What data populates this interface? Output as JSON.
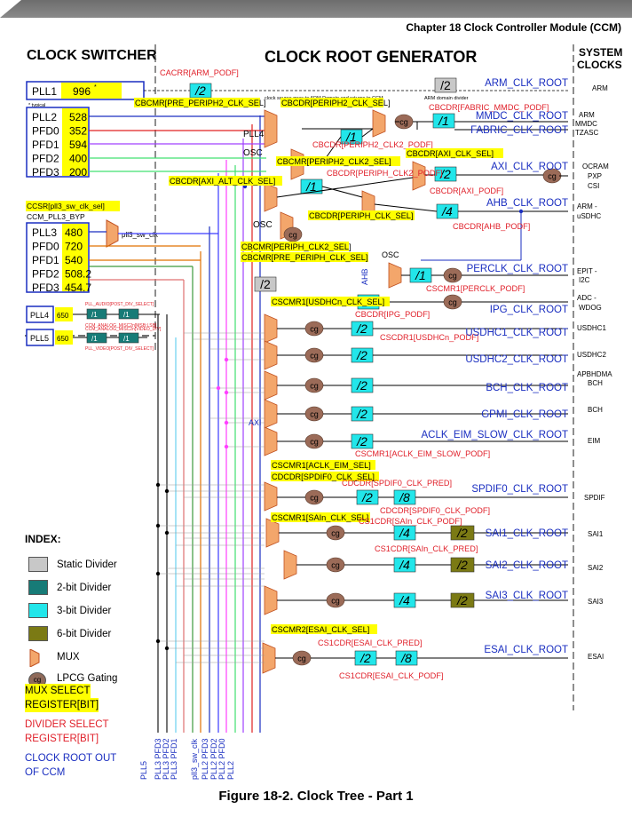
{
  "page": {
    "chapter_title": "Chapter 18 Clock Controller Module (CCM)",
    "caption": "Figure 18-2. Clock Tree - Part 1"
  },
  "headers": {
    "clock_switcher": "CLOCK SWITCHER",
    "root_generator": "CLOCK ROOT GENERATOR",
    "system_clocks_1": "SYSTEM",
    "system_clocks_2": "CLOCKS"
  },
  "pll1": {
    "name": "PLL1",
    "value": "996",
    "mark": "*",
    "note": "* typical"
  },
  "pll2_group": [
    {
      "name": "PLL2",
      "value": "528"
    },
    {
      "name": "PFD0",
      "value": "352"
    },
    {
      "name": "PFD1",
      "value": "594"
    },
    {
      "name": "PFD2",
      "value": "400"
    },
    {
      "name": "PFD3",
      "value": "200"
    }
  ],
  "pll3_group": [
    {
      "name": "PLL3",
      "value": "480"
    },
    {
      "name": "PFD0",
      "value": "720"
    },
    {
      "name": "PFD1",
      "value": "540"
    },
    {
      "name": "PFD2",
      "value": "508.2"
    },
    {
      "name": "PFD3",
      "value": "454.7"
    }
  ],
  "pll3_sel": {
    "reg": "CCSR[pll3_sw_clk_sel]",
    "byp": "CCM_PLL3_BYP",
    "out": "pll3_sw_clk"
  },
  "pll4": {
    "name": "PLL4",
    "value": "650",
    "reg_top": "PLL_AUDIO[POST_DIV_SELECT]",
    "reg_bot": "CCM_ANALOG_MISC2n[MSB:LSB]"
  },
  "pll5": {
    "name": "PLL5",
    "value": "650",
    "reg_top": "CCM_ANALOG_MISC2n[VIDEO_DIV]",
    "reg_bot": "PLL_VIDEO[POST_DIV_SELECT]"
  },
  "dividers": {
    "d2": "/2",
    "d1": "/1",
    "d4": "/4",
    "d8": "/8"
  },
  "cg": "cg",
  "labels": {
    "cacrr": "CACRR[ARM_PODF]",
    "arm_note": "clock source goes to ARM Domain and returns to CCM",
    "arm_div_note": "ARM domain divider",
    "cbcmr_pre_periph2": "CBCMR[PRE_PERIPH2_CLK_SEL]",
    "cbcdr_periph2": "CBCDR[PERIPH2_CLK_SEL]",
    "cbcdr_fabric": "CBCDR[FABRIC_MMDC_PODF]",
    "pll4_lbl": "PLL4",
    "osc": "OSC",
    "cbcdr_periph_clk2_podf2": "CBCDR[PERIPH2_CLK2_PODF]",
    "cbcmr_periph_clk2_sel2": "CBCMR[PERIPH2_CLK2_SEL]",
    "cbcdr_axi_sel": "CBCDR[AXI_CLK_SEL]",
    "cbcdr_axi_alt": "CBCDR[AXI_ALT_CLK_SEL]",
    "cbcdr_periph_clk2_podf": "CBCDR[PERIPH_CLK2_PODF]",
    "cbcdr_axi_podf": "CBCDR[AXI_PODF]",
    "cbcdr_periph_sel": "CBCDR[PERIPH_CLK_SEL]",
    "cbcdr_ahb_podf": "CBCDR[AHB_PODF]",
    "cbcmr_periph_clk2_sel": "CBCMR[PERIPH_CLK2_SEL]",
    "cbcmr_pre_periph": "CBCMR[PRE_PERIPH_CLK_SEL]",
    "cscmr1_perclk": "CSCMR1[PERCLK_PODF]",
    "ahb": "AHB",
    "cbcdr_ipg": "CBCDR[IPG_PODF]",
    "cscmr1_usdhc_sel": "CSCMR1[USDHCn_CLK_SEL]",
    "cscdr1_usdhc_podf": "CSCDR1[USDHCn_PODF]",
    "axi": "AXI",
    "cscmr1_aclk_eim_podf": "CSCMR1[ACLK_EIM_SLOW_PODF]",
    "cscmr1_aclk_eim_sel": "CSCMR1[ACLK_EIM_SEL]",
    "cdcdr_spdif_sel": "CDCDR[SPDIF0_CLK_SEL]",
    "cdcdr_spdif_pred": "CDCDR[SPDIF0_CLK_PRED]",
    "cdcdr_spdif_podf": "CDCDR[SPDIF0_CLK_PODF]",
    "cscmr1_sain_sel": "CSCMR1[SAIn_CLK_SEL]",
    "cs1cdr_sain_podf": "CS1CDR[SAIn_CLK_PODF]",
    "cs1cdr_sain_pred": "CS1CDR[SAIn_CLK_PRED]",
    "cscmr2_esai_sel": "CSCMR2[ESAI_CLK_SEL]",
    "cs1cdr_esai_pred": "CS1CDR[ESAI_CLK_PRED]",
    "cs1cdr_esai_podf": "CS1CDR[ESAI_CLK_PODF]"
  },
  "roots": {
    "arm": "ARM_CLK_ROOT",
    "mmdc": "MMDC_CLK_ROOT",
    "fabric": "FABRIC_CLK_ROOT",
    "axi": "AXI_CLK_ROOT",
    "ahb": "AHB_CLK_ROOT",
    "perclk": "PERCLK_CLK_ROOT",
    "ipg": "IPG_CLK_ROOT",
    "usdhc1": "USDHC1_CLK_ROOT",
    "usdhc2": "USDHC2_CLK_ROOT",
    "bch": "BCH_CLK_ROOT",
    "gpmi": "GPMI_CLK_ROOT",
    "aclk_eim": "ACLK_EIM_SLOW_CLK_ROOT",
    "spdif": "SPDIF0_CLK_ROOT",
    "sai1": "SAI1_CLK_ROOT",
    "sai2": "SAI2_CLK_ROOT",
    "sai3": "SAI3_CLK_ROOT",
    "esai": "ESAI_CLK_ROOT"
  },
  "system": {
    "arm": "ARM",
    "arm2": "ARM",
    "mmdc": "MMDC",
    "tzasc": "TZASC",
    "ocram": "OCRAM",
    "pxp": "PXP",
    "csi": "CSI",
    "arm_dash": "ARM -",
    "usdhc": "uSDHC",
    "epit": "EPIT -",
    "i2c": "I2C",
    "adc": "ADC -",
    "wdog": "WDOG",
    "usdhc1": "USDHC1",
    "usdhc2": "USDHC2",
    "apbhdma": "APBHDMA",
    "bch1": "BCH",
    "bch2": "BCH",
    "eim": "EIM",
    "spdif": "SPDIF",
    "sai1": "SAI1",
    "sai2": "SAI2",
    "sai3": "SAI3",
    "esai": "ESAI"
  },
  "bottom_labels": [
    "PLL5",
    "PLL3 PFD3",
    "PLL3 PFD2",
    "PLL3 PFD1",
    "pll3_sw_clk",
    "PLL2 PFD3",
    "PLL2 PFD2",
    "PLL2 PFD0",
    "PLL2"
  ],
  "legend": {
    "title": "INDEX:",
    "items": [
      {
        "label": "Static Divider",
        "color": "#c8c8c8"
      },
      {
        "label": "2-bit Divider",
        "color": "#177b77"
      },
      {
        "label": "3-bit Divider",
        "color": "#22e6ea"
      },
      {
        "label": "6-bit Divider",
        "color": "#7b7a14"
      },
      {
        "label": "MUX",
        "color": "#f3a66b"
      },
      {
        "label": "LPCG Gating Option",
        "color": "#8f6a5a"
      }
    ],
    "mux_select_1": "MUX SELECT",
    "mux_select_2": "REGISTER[BIT]",
    "div_select_1": "DIVIDER SELECT",
    "div_select_2": "REGISTER[BIT]",
    "root_out_1": "CLOCK ROOT OUT",
    "root_out_2": "OF CCM"
  },
  "colors": {
    "mux": "#f3a66b",
    "div3": "#22e6ea",
    "div2": "#177b77",
    "div6": "#7b7a14",
    "static": "#c8c8c8",
    "cg": "#9b6b58",
    "reg_bg": "#ffff00",
    "red": "#e0202a",
    "blue": "#1a2ec0"
  }
}
